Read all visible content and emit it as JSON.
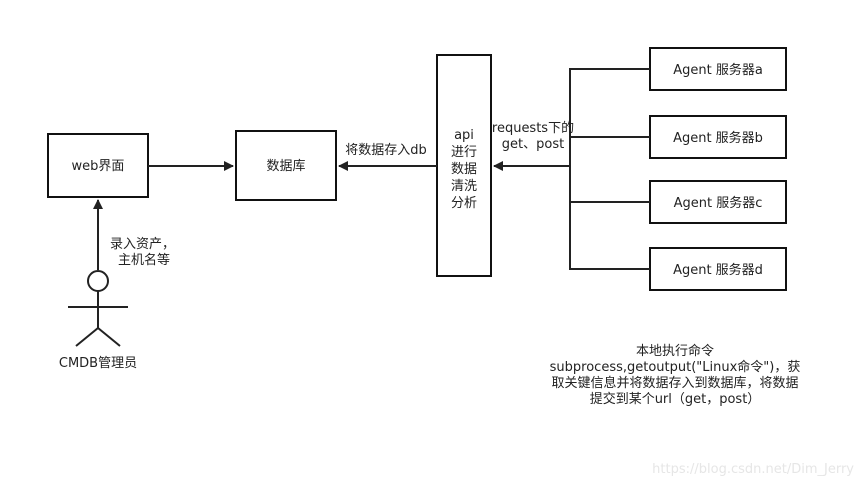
{
  "boxes": {
    "web": "web界面",
    "database": "数据库",
    "api_lines": [
      "api",
      "进行",
      "数据",
      "清洗",
      "分析"
    ],
    "agents": [
      "Agent  服务器a",
      "Agent  服务器b",
      "Agent  服务器c",
      "Agent  服务器d"
    ]
  },
  "labels": {
    "store_db": "将数据存入db",
    "requests_lines": [
      "requests下的",
      "get、post"
    ],
    "admin_action_lines": [
      "录入资产，",
      "主机名等"
    ],
    "admin": "CMDB管理员"
  },
  "note_lines": [
    "本地执行命令",
    "subprocess,getoutput(\"Linux命令\")，获",
    "取关键信息并将数据存入到数据库，将数据",
    "提交到某个url（get，post）"
  ],
  "watermark": "https://blog.csdn.net/Dim_Jerry"
}
